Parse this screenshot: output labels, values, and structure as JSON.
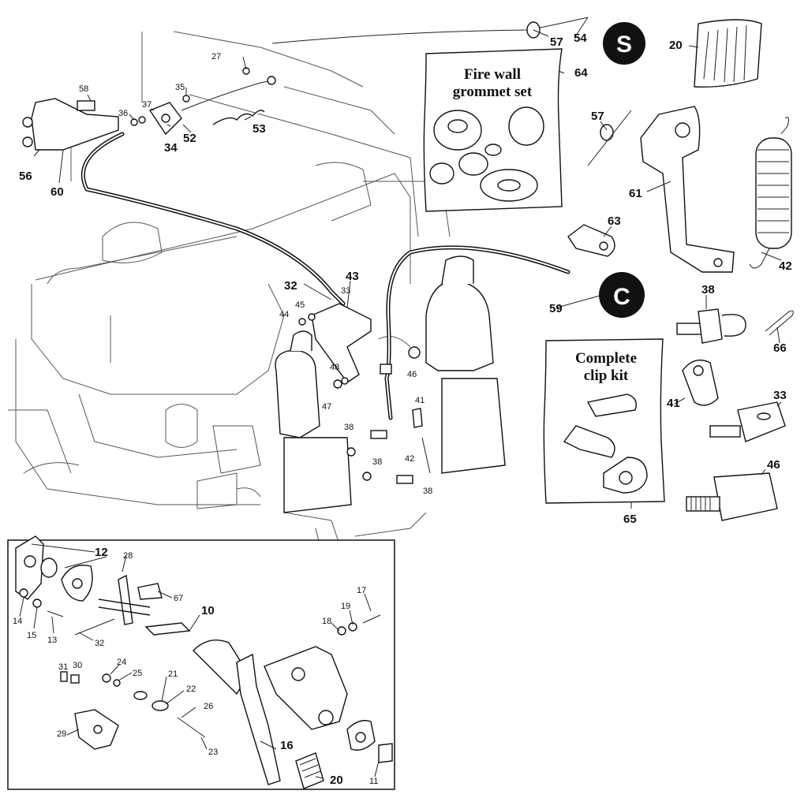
{
  "badges": {
    "s": "S",
    "c": "C"
  },
  "kits": {
    "firewall": {
      "line1": "Fire wall",
      "line2": "grommet set",
      "num": "64"
    },
    "clip": {
      "line1": "Complete",
      "line2": "clip kit",
      "num": "65"
    }
  },
  "callouts": {
    "n54": "54",
    "n57a": "57",
    "n20a": "20",
    "n27": "27",
    "n58": "58",
    "n35": "35",
    "n37": "37",
    "n36": "36",
    "n34": "34",
    "n52": "52",
    "n53": "53",
    "n56": "56",
    "n60": "60",
    "n57b": "57",
    "n61": "61",
    "n42a": "42",
    "n63": "63",
    "n32a": "32",
    "n33a": "33",
    "n43": "43",
    "n45": "45",
    "n44": "44",
    "n59": "59",
    "n38a": "38",
    "n66": "66",
    "n48": "48",
    "n46a": "46",
    "n47": "47",
    "n41a": "41",
    "n41b": "41",
    "n38b": "38",
    "n38c": "38",
    "n42b": "42",
    "n38d": "38",
    "n33b": "33",
    "n46b": "46",
    "n12": "12",
    "n28": "28",
    "n67": "67",
    "n10": "10",
    "n14": "14",
    "n15": "15",
    "n13": "13",
    "n32b": "32",
    "n17": "17",
    "n19": "19",
    "n18": "18",
    "n24": "24",
    "n31": "31",
    "n30": "30",
    "n25": "25",
    "n21": "21",
    "n22": "22",
    "n26": "26",
    "n29": "29",
    "n23": "23",
    "n16": "16",
    "n20b": "20",
    "n11": "11"
  },
  "colors": {
    "ink": "#111111",
    "paper": "#ffffff",
    "engine_line": "#555555"
  }
}
